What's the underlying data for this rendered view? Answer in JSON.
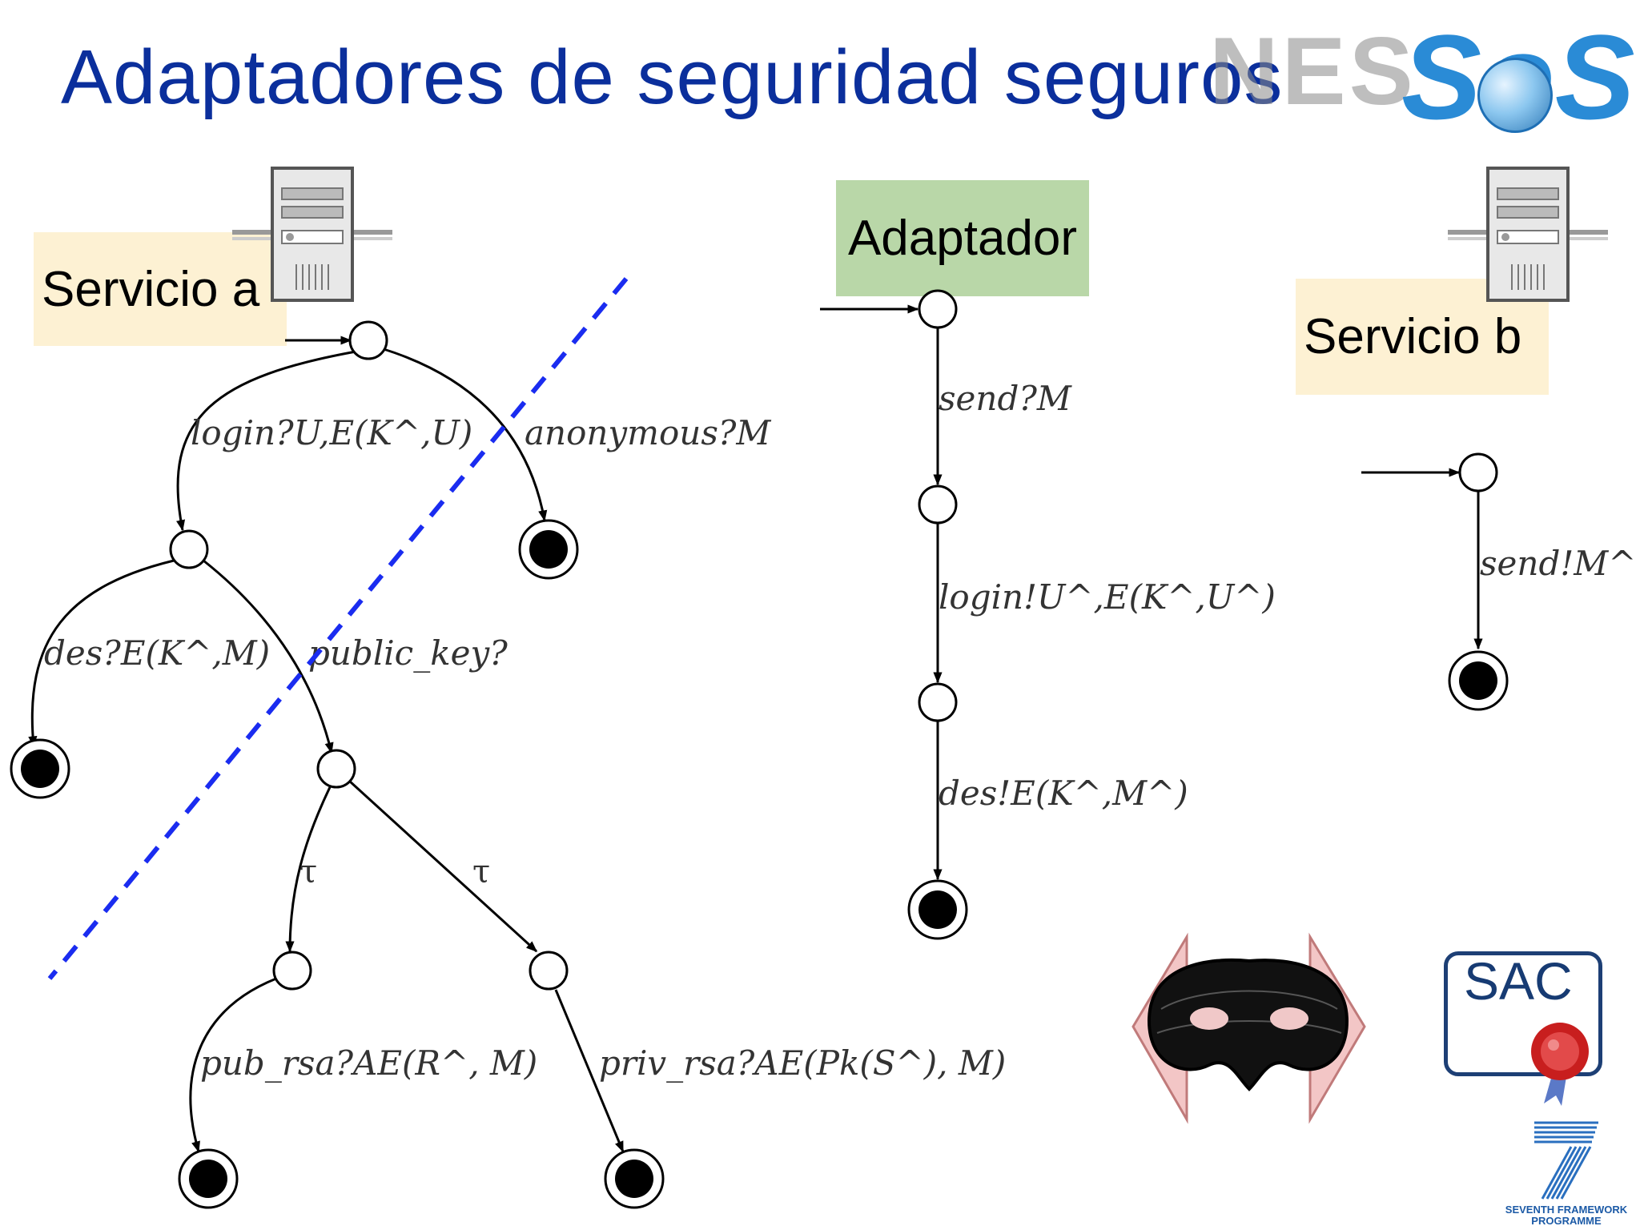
{
  "title": "Adaptadores de seguridad seguros",
  "logo": {
    "text_gray": "NES",
    "text_blue": "SoS",
    "name": "nessos-logo"
  },
  "labels": {
    "servicio_a": "Servicio a",
    "servicio_b": "Servicio b",
    "adaptador": "Adaptador"
  },
  "edges": {
    "login": "login?U,E(K^,U)",
    "anonymous": "anonymous?M",
    "des": "des?E(K^,M)",
    "public_key": "public_key?",
    "tau1": "τ",
    "tau2": "τ",
    "pub_rsa": "pub_rsa?AE(R^, M)",
    "priv_rsa": "priv_rsa?AE(Pk(S^), M)",
    "send_in": "send?M",
    "login_out": "login!U^,E(K^,U^)",
    "des_out": "des!E(K^,M^)",
    "send_out": "send!M^"
  },
  "sac": {
    "label": "SAC"
  },
  "fp7": {
    "line1": "SEVENTH FRAMEWORK",
    "line2": "PROGRAMME"
  },
  "colors": {
    "title": "#0b2f9c",
    "dashed_line": "#1a2cf0",
    "service_box": "#fdf1d3",
    "adapter_box": "#b9d7a8"
  },
  "icons": [
    "server-icon",
    "mask-icon",
    "seal-icon",
    "fp7-logo"
  ]
}
